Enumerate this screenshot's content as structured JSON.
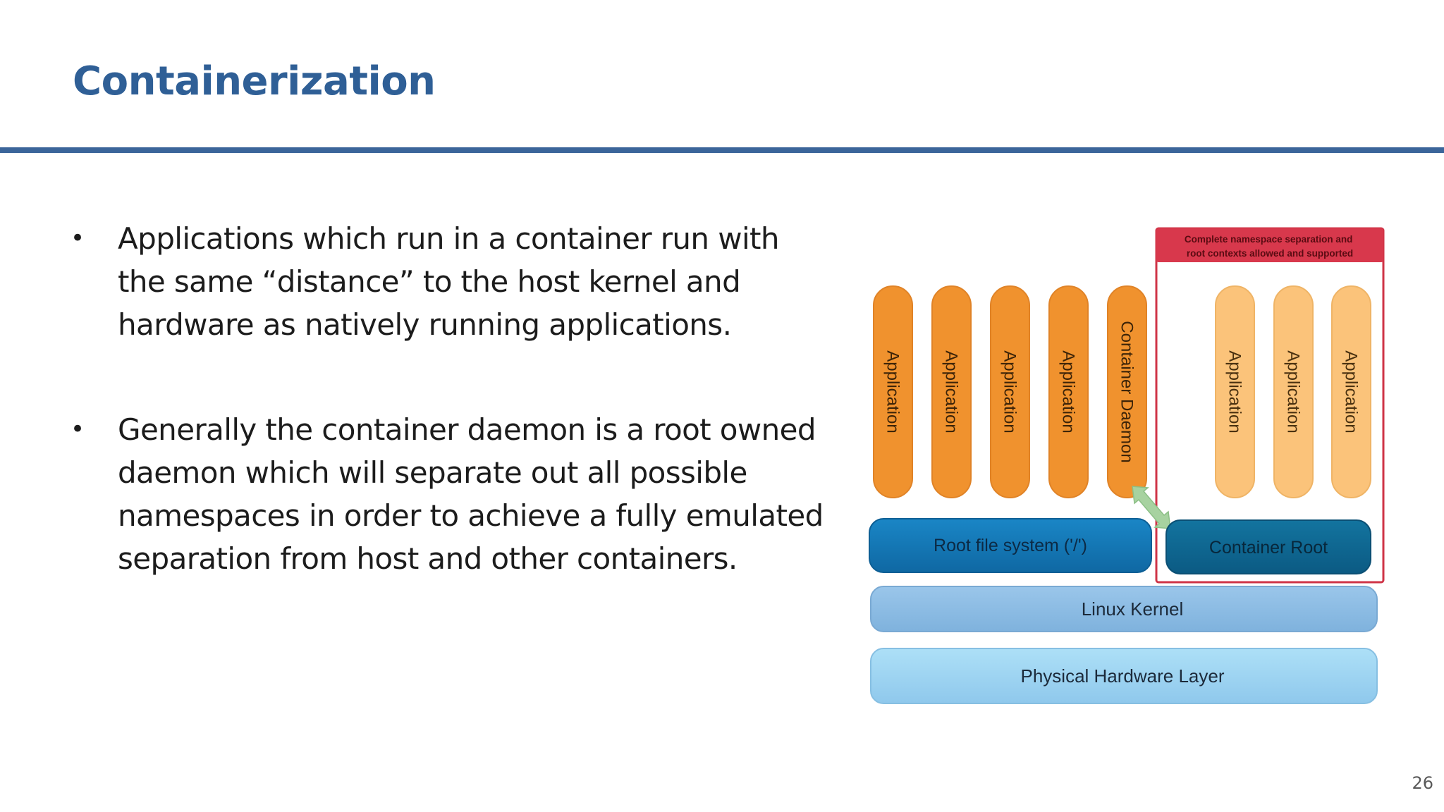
{
  "slide": {
    "title": "Containerization",
    "page_number": "26"
  },
  "bullets": [
    "Applications which run in a container run with the same “distance” to the host kernel and hardware as natively running applications.",
    "Generally the container daemon is a root owned daemon which will separate out all possible namespaces in order to achieve a fully emulated separation from host and other containers."
  ],
  "diagram": {
    "namespace_box_label_line1": "Complete namespace separation and",
    "namespace_box_label_line2": "root contexts allowed and supported",
    "host_applications": [
      "Application",
      "Application",
      "Application",
      "Application"
    ],
    "container_daemon": "Container Daemon",
    "container_applications": [
      "Application",
      "Application",
      "Application"
    ],
    "root_file_system": "Root file system ('/')",
    "container_root": "Container Root",
    "linux_kernel": "Linux Kernel",
    "physical_hardware_layer": "Physical Hardware Layer",
    "colors": {
      "host_app_fill": "#f0922e",
      "container_app_fill": "#fbc37a",
      "root_fs_fill": "#1475b4",
      "container_root_fill": "#0f6592",
      "kernel_fill": "#8dbce3",
      "hardware_fill": "#9fd2f1",
      "namespace_border": "#cf3447",
      "namespace_header_fill": "#d8384c",
      "arrow_fill": "#a7d2a0"
    }
  }
}
